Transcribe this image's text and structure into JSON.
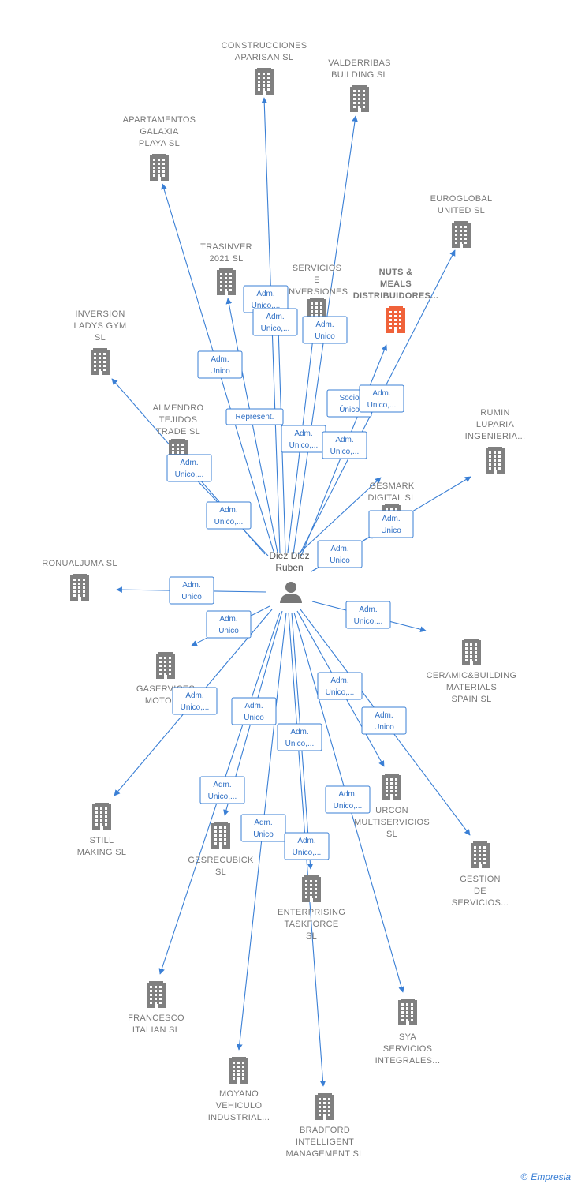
{
  "person": {
    "name_line1": "Diez Diez",
    "name_line2": "Ruben"
  },
  "companies": [
    {
      "id": "construcciones",
      "lines": [
        "CONSTRUCCIONES",
        "APARISAN  SL"
      ]
    },
    {
      "id": "valderribas",
      "lines": [
        "VALDERRIBAS",
        "BUILDING SL"
      ]
    },
    {
      "id": "apartamentos",
      "lines": [
        "APARTAMENTOS",
        "GALAXIA",
        "PLAYA  SL"
      ]
    },
    {
      "id": "euroglobal",
      "lines": [
        "EUROGLOBAL",
        "UNITED  SL"
      ]
    },
    {
      "id": "trasinver",
      "lines": [
        "TRASINVER",
        "2021  SL"
      ]
    },
    {
      "id": "servicios",
      "lines": [
        "SERVICIOS",
        "E",
        "INVERSIONES"
      ]
    },
    {
      "id": "nuts",
      "lines": [
        "NUTS &",
        "MEALS",
        "DISTRIBUIDORES..."
      ],
      "highlight": true
    },
    {
      "id": "inversion",
      "lines": [
        "INVERSION",
        "LADYS GYM",
        "SL"
      ]
    },
    {
      "id": "almendro",
      "lines": [
        "ALMENDRO",
        "TEJIDOS",
        "TRADE  SL"
      ]
    },
    {
      "id": "rumin",
      "lines": [
        "RUMIN",
        "LUPARIA",
        "INGENIERIA..."
      ]
    },
    {
      "id": "gesmark",
      "lines": [
        "GESMARK",
        "DIGITAL  SL"
      ]
    },
    {
      "id": "ronualjuma",
      "lines": [
        "RONUALJUMA SL"
      ]
    },
    {
      "id": "ceramic",
      "lines": [
        "CERAMIC&BUILDING",
        "MATERIALS",
        "SPAIN  SL"
      ]
    },
    {
      "id": "gaservices",
      "lines": [
        "GASERVICES",
        "MOTOR..."
      ]
    },
    {
      "id": "still",
      "lines": [
        "STILL",
        "MAKING  SL"
      ]
    },
    {
      "id": "urcon",
      "lines": [
        "URCON",
        "MULTISERVICIOS",
        "SL"
      ]
    },
    {
      "id": "gesrecubick",
      "lines": [
        "GESRECUBICK",
        "SL"
      ]
    },
    {
      "id": "gestion",
      "lines": [
        "GESTION",
        "DE",
        "SERVICIOS..."
      ]
    },
    {
      "id": "enterprising",
      "lines": [
        "ENTERPRISING",
        "TASKFORCE",
        "SL"
      ]
    },
    {
      "id": "francesco",
      "lines": [
        "FRANCESCO",
        "ITALIAN  SL"
      ]
    },
    {
      "id": "sya",
      "lines": [
        "SYA",
        "SERVICIOS",
        "INTEGRALES..."
      ]
    },
    {
      "id": "moyano",
      "lines": [
        "MOYANO",
        "VEHICULO",
        "INDUSTRIAL..."
      ]
    },
    {
      "id": "bradford",
      "lines": [
        "BRADFORD",
        "INTELLIGENT",
        "MANAGEMENT SL"
      ]
    }
  ],
  "edges": [
    {
      "to": "construcciones",
      "lines": [
        "Adm.",
        "Unico,..."
      ]
    },
    {
      "to": "servicios",
      "lines": [
        "Adm.",
        "Unico,..."
      ]
    },
    {
      "to": "servicios",
      "lines": [
        "Adm.",
        "Unico"
      ]
    },
    {
      "to": "apartamentos",
      "lines": [
        "Adm.",
        "Unico"
      ]
    },
    {
      "to": "trasinver",
      "lines": [
        "Represent."
      ]
    },
    {
      "to": "gesmark",
      "lines": [
        "Socio",
        "Único"
      ]
    },
    {
      "to": "euroglobal",
      "lines": [
        "Adm.",
        "Unico,..."
      ]
    },
    {
      "to": "valderribas",
      "lines": [
        "Adm.",
        "Unico,..."
      ]
    },
    {
      "to": "nuts",
      "lines": [
        "Adm.",
        "Unico,..."
      ]
    },
    {
      "to": "inversion",
      "lines": [
        "Adm.",
        "Unico,..."
      ]
    },
    {
      "to": "almendro",
      "lines": [
        "Adm.",
        "Unico,..."
      ]
    },
    {
      "to": "rumin",
      "lines": [
        "Adm.",
        "Unico"
      ]
    },
    {
      "to": "gesmark",
      "lines": [
        "Adm.",
        "Unico"
      ]
    },
    {
      "to": "ronualjuma",
      "lines": [
        "Adm.",
        "Unico"
      ]
    },
    {
      "to": "ceramic",
      "lines": [
        "Adm.",
        "Unico,..."
      ]
    },
    {
      "to": "gaservices",
      "lines": [
        "Adm.",
        "Unico"
      ]
    },
    {
      "to": "still",
      "lines": [
        "Adm.",
        "Unico,..."
      ]
    },
    {
      "to": "urcon",
      "lines": [
        "Adm.",
        "Unico,..."
      ]
    },
    {
      "to": "gesrecubick",
      "lines": [
        "Adm.",
        "Unico"
      ]
    },
    {
      "to": "gestion",
      "lines": [
        "Adm.",
        "Unico"
      ]
    },
    {
      "to": "enterprising",
      "lines": [
        "Adm.",
        "Unico,..."
      ]
    },
    {
      "to": "francesco",
      "lines": [
        "Adm.",
        "Unico,..."
      ]
    },
    {
      "to": "sya",
      "lines": [
        "Adm.",
        "Unico,..."
      ]
    },
    {
      "to": "moyano",
      "lines": [
        "Adm.",
        "Unico"
      ]
    },
    {
      "to": "bradford",
      "lines": [
        "Adm.",
        "Unico,..."
      ]
    }
  ],
  "footer": {
    "copyright": "©",
    "brand": "Empresia"
  },
  "colors": {
    "edge": "#3a7fd5",
    "building": "#808080",
    "highlight": "#f0623a"
  }
}
